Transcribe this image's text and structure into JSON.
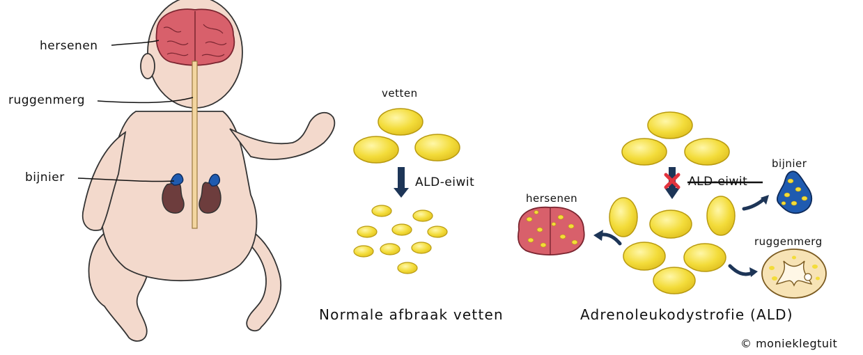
{
  "baby": {
    "labels": {
      "brain": "hersenen",
      "spinal_cord": "ruggenmerg",
      "adrenal": "bijnier"
    }
  },
  "normal": {
    "top_label": "vetten",
    "enzyme_label": "ALD-eiwit",
    "caption": "Normale afbraak vetten"
  },
  "ald": {
    "enzyme_label": "ALD-eiwit",
    "caption": "Adrenoleukodystrofie (ALD)",
    "targets": {
      "brain": "hersenen",
      "adrenal": "bijnier",
      "spinal_cord": "ruggenmerg"
    }
  },
  "credit": {
    "symbol": "©",
    "name": "monieklegtuit"
  },
  "colors": {
    "skin": "#f3d9cc",
    "brain": "#d8606b",
    "kidney": "#6d3d3d",
    "adrenal": "#1f5bb0",
    "fat": "#f3dc3a",
    "arrow": "#1d3557",
    "cross": "#e2333d"
  }
}
